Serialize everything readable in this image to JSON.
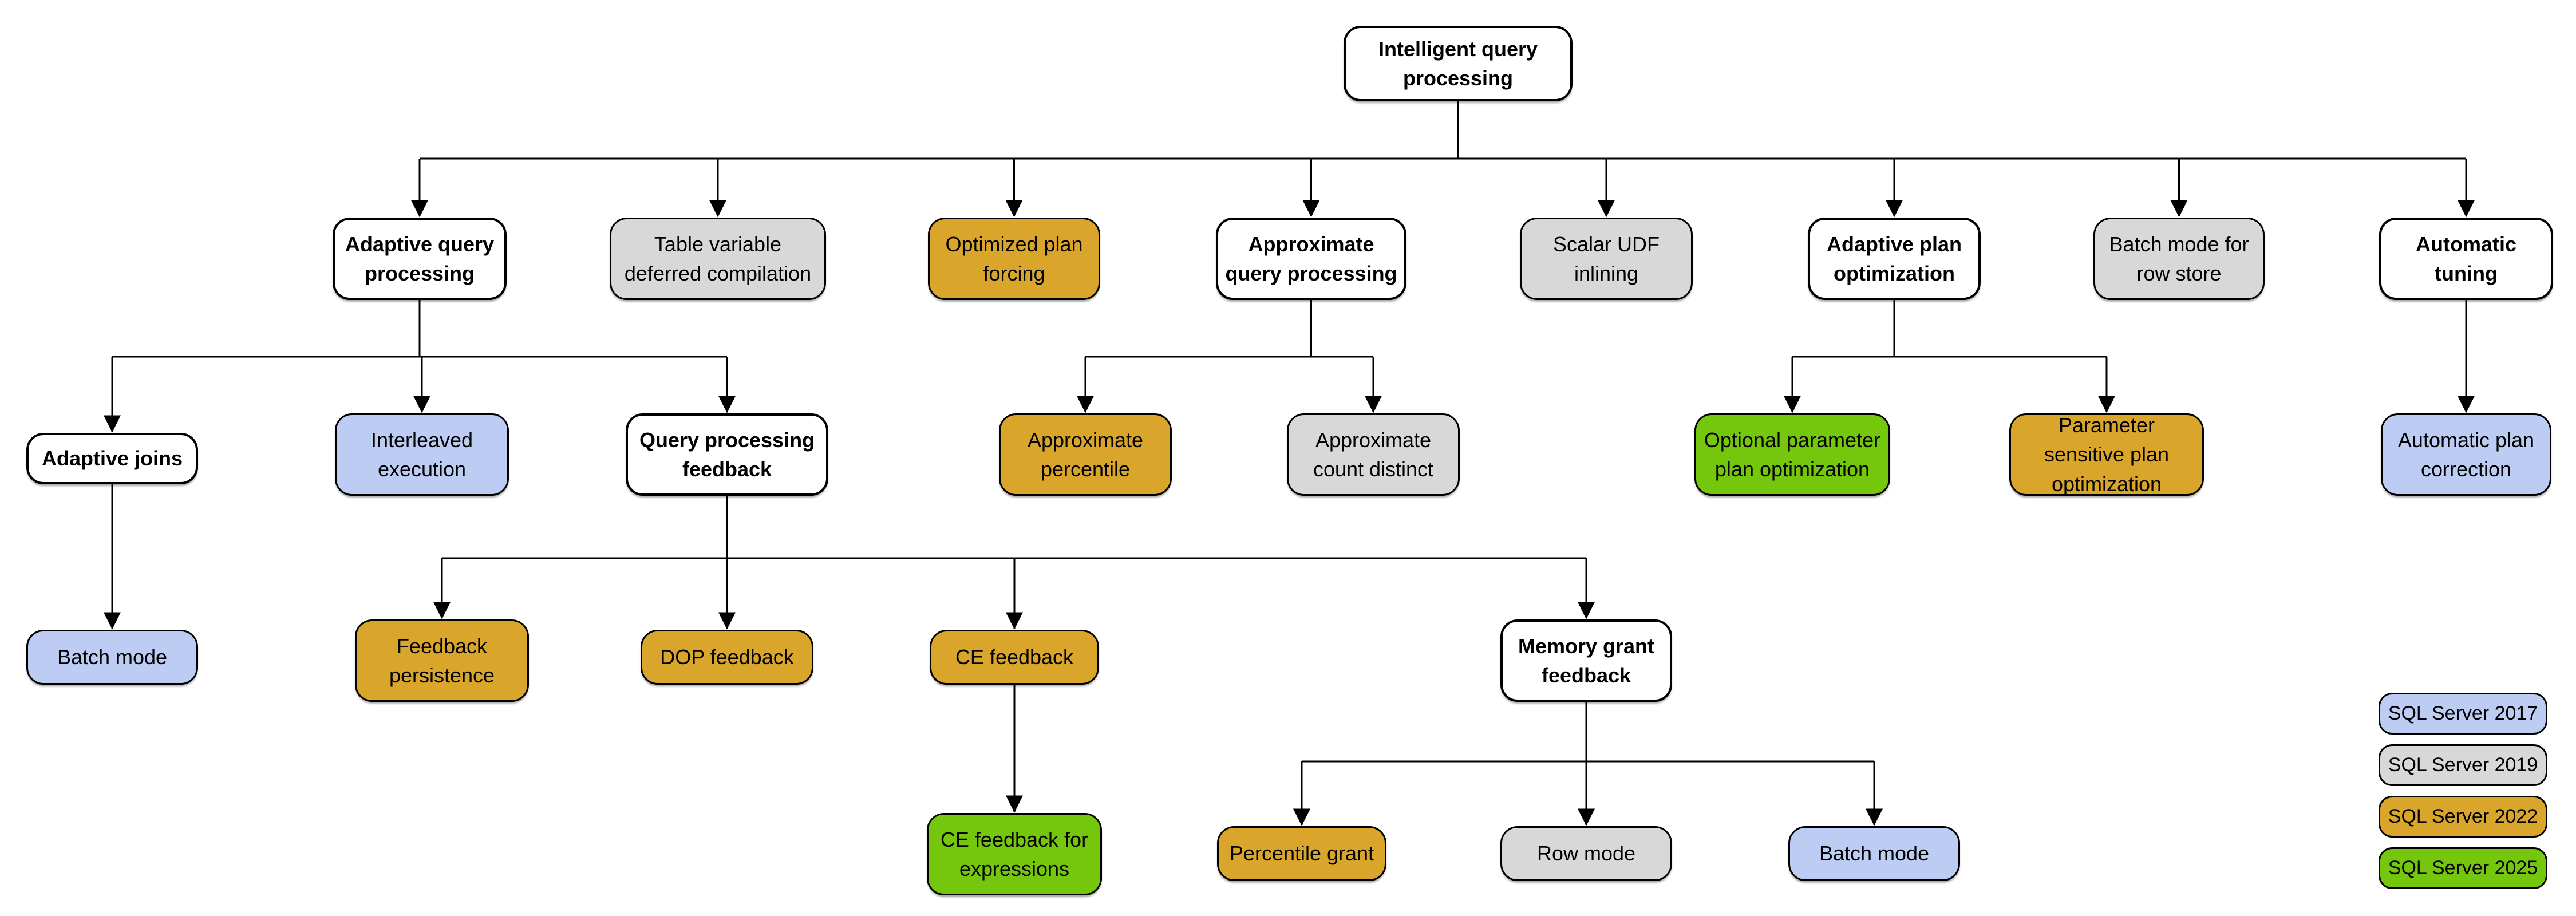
{
  "colors": {
    "2017": "#BDCCF3",
    "2019": "#D8D8D8",
    "2022": "#D9A62B",
    "2025": "#75C70D",
    "none": "#FFFFFF",
    "line": "#000000"
  },
  "nodes": [
    {
      "id": "root",
      "label": "Intelligent query processing",
      "version": "none"
    },
    {
      "id": "aqp",
      "label": "Adaptive query processing",
      "version": "none"
    },
    {
      "id": "tvdc",
      "label": "Table variable deferred compilation",
      "version": "2019"
    },
    {
      "id": "opf",
      "label": "Optimized plan forcing",
      "version": "2022"
    },
    {
      "id": "apqp",
      "label": "Approximate query processing",
      "version": "none"
    },
    {
      "id": "sui",
      "label": "Scalar UDF inlining",
      "version": "2019"
    },
    {
      "id": "apo",
      "label": "Adaptive plan optimization",
      "version": "none"
    },
    {
      "id": "bmrs",
      "label": "Batch mode for row store",
      "version": "2019"
    },
    {
      "id": "at",
      "label": "Automatic tuning",
      "version": "none"
    },
    {
      "id": "aj",
      "label": "Adaptive joins",
      "version": "none"
    },
    {
      "id": "ie",
      "label": "Interleaved execution",
      "version": "2017"
    },
    {
      "id": "qpf",
      "label": "Query processing feedback",
      "version": "none"
    },
    {
      "id": "ap",
      "label": "Approximate percentile",
      "version": "2022"
    },
    {
      "id": "acd",
      "label": "Approximate count distinct",
      "version": "2019"
    },
    {
      "id": "oppo",
      "label": "Optional parameter plan optimization",
      "version": "2025"
    },
    {
      "id": "pspo",
      "label": "Parameter sensitive plan optimization",
      "version": "2022"
    },
    {
      "id": "apc",
      "label": "Automatic plan correction",
      "version": "2017"
    },
    {
      "id": "bm1",
      "label": "Batch mode",
      "version": "2017"
    },
    {
      "id": "fp",
      "label": "Feedback persistence",
      "version": "2022"
    },
    {
      "id": "dop",
      "label": "DOP feedback",
      "version": "2022"
    },
    {
      "id": "cef",
      "label": "CE feedback",
      "version": "2022"
    },
    {
      "id": "mgf",
      "label": "Memory grant feedback",
      "version": "none"
    },
    {
      "id": "cefe",
      "label": "CE feedback for expressions",
      "version": "2025"
    },
    {
      "id": "pg",
      "label": "Percentile grant",
      "version": "2022"
    },
    {
      "id": "rm",
      "label": "Row mode",
      "version": "2019"
    },
    {
      "id": "bm2",
      "label": "Batch mode",
      "version": "2017"
    }
  ],
  "edges": [
    {
      "parent": "root",
      "children": [
        "aqp",
        "tvdc",
        "opf",
        "apqp",
        "sui",
        "apo",
        "bmrs",
        "at"
      ]
    },
    {
      "parent": "aqp",
      "children": [
        "aj",
        "ie",
        "qpf"
      ]
    },
    {
      "parent": "apqp",
      "children": [
        "ap",
        "acd"
      ]
    },
    {
      "parent": "apo",
      "children": [
        "oppo",
        "pspo"
      ]
    },
    {
      "parent": "at",
      "children": [
        "apc"
      ]
    },
    {
      "parent": "aj",
      "children": [
        "bm1"
      ]
    },
    {
      "parent": "qpf",
      "children": [
        "fp",
        "dop",
        "cef",
        "mgf"
      ]
    },
    {
      "parent": "cef",
      "children": [
        "cefe"
      ]
    },
    {
      "parent": "mgf",
      "children": [
        "pg",
        "rm",
        "bm2"
      ]
    }
  ],
  "legend": [
    {
      "label": "SQL Server 2017",
      "version": "2017"
    },
    {
      "label": "SQL Server 2019",
      "version": "2019"
    },
    {
      "label": "SQL Server 2022",
      "version": "2022"
    },
    {
      "label": "SQL Server 2025",
      "version": "2025"
    }
  ]
}
